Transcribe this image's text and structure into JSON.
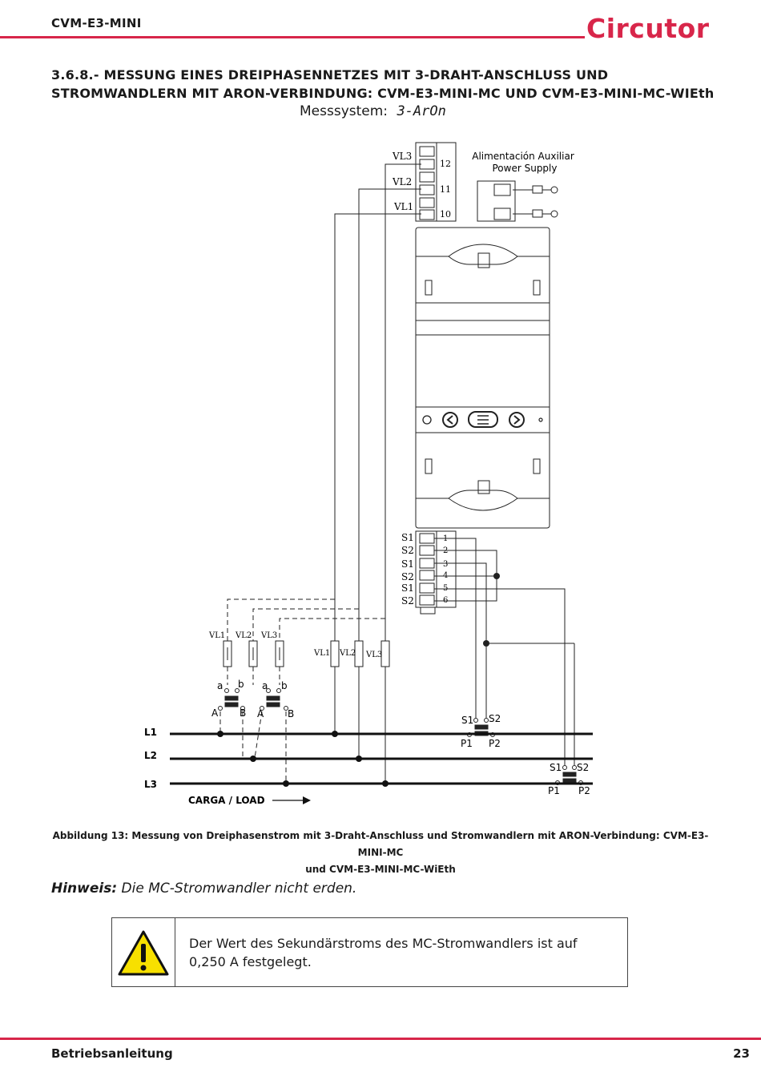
{
  "header": {
    "title": "CVM-E3-MINI",
    "logo": "Circutor",
    "brand_color": "#d8264a"
  },
  "section": {
    "heading": "3.6.8.- MESSUNG EINES DREIPHASENNETZES MIT 3-DRAHT-ANSCHLUSS UND STROMWANDLERN MIT ARON-VERBINDUNG: CVM-E3-MINI-MC UND CVM-E3-MINI-MC-WIEth",
    "measure_label": "Messsystem:",
    "measure_code": "3-ArOn"
  },
  "diagram": {
    "aux_supply": "Alimentación  Auxiliar",
    "power_supply": "Power Supply",
    "voltage_labels": [
      "VL3",
      "VL2",
      "VL1"
    ],
    "voltage_terminals": [
      "12",
      "11",
      "10"
    ],
    "current_labels": [
      "S1",
      "S2",
      "S1",
      "S2",
      "S1",
      "S2"
    ],
    "current_terminals": [
      "1",
      "2",
      "3",
      "4",
      "5",
      "6"
    ],
    "fuse_labels": [
      "VL1",
      "VL2",
      "VL3"
    ],
    "vt_top": [
      "a",
      "b"
    ],
    "vt_bottom": [
      "A",
      "B"
    ],
    "ct_secondary": [
      "S1",
      "S2"
    ],
    "ct_primary": [
      "P1",
      "P2"
    ],
    "lines": [
      "L1",
      "L2",
      "L3"
    ],
    "load_label": "CARGA / LOAD"
  },
  "caption": {
    "line1": "Abbildung 13: Messung von Dreiphasenstrom mit 3-Draht-Anschluss und Stromwandlern mit ARON-Verbindung: CVM-E3-MINI-MC",
    "line2": "und CVM-E3-MINI-MC-WiEth"
  },
  "note": {
    "label": "Hinweis:",
    "text": "Die MC-Stromwandler nicht erden."
  },
  "warning": {
    "text": "Der Wert des Sekundärstroms des MC-Stromwandlers ist auf 0,250 A festgelegt."
  },
  "footer": {
    "left": "Betriebsanleitung",
    "page": "23"
  }
}
